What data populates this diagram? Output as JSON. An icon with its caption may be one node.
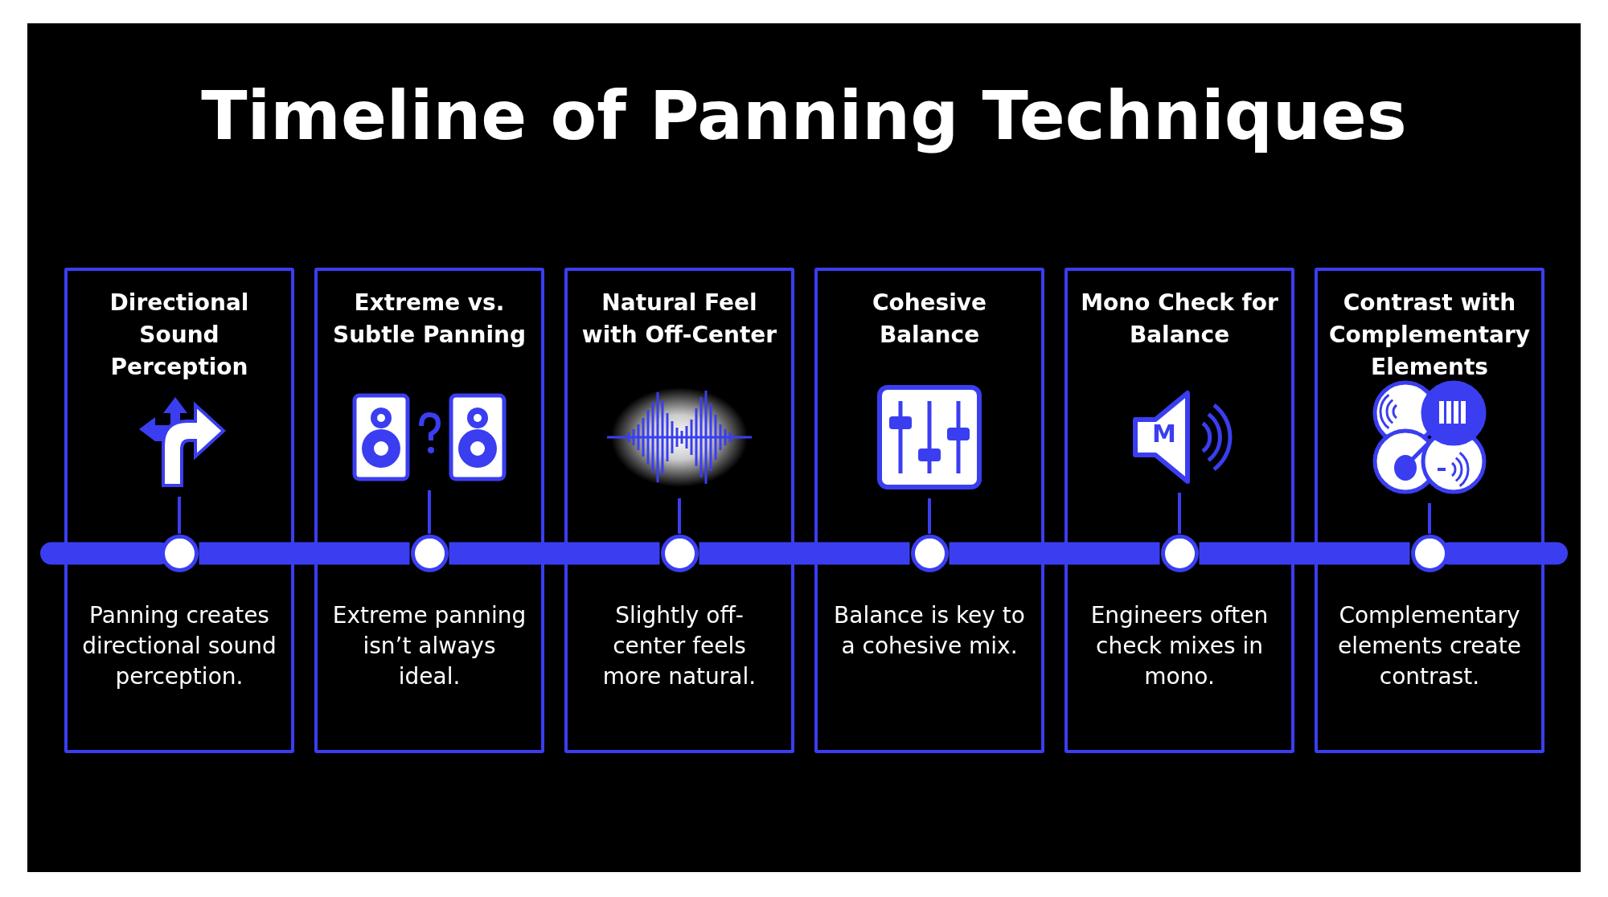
{
  "diagram": {
    "title": "Timeline of Panning Techniques",
    "nodes": [
      {
        "text": [
          "Directional Sound Perception",
          "Panning creates directional sound perception."
        ]
      },
      {
        "text": [
          "Extreme vs. Subtle Panning",
          "Extreme panning isn’t always ideal."
        ]
      },
      {
        "text": [
          "Natural Feel with Off-Center",
          "Slightly off-center feels more natural."
        ]
      },
      {
        "text": [
          "Cohesive Balance",
          "Balance is key to a cohesive mix."
        ]
      },
      {
        "text": [
          "Mono Check for Balance",
          "Engineers often check mixes in mono."
        ]
      },
      {
        "text": [
          "Contrast with Complementary Elements",
          "Complementary elements create contrast."
        ]
      },
      {
        "text": [],
        "shape": "circle",
        "in": 0
      },
      {
        "text": [],
        "shape": "circle",
        "in": 1
      },
      {
        "text": [],
        "shape": "circle",
        "in": 2
      },
      {
        "text": [],
        "shape": "circle",
        "in": 3
      },
      {
        "text": [],
        "shape": "circle",
        "in": 4
      },
      {
        "text": [],
        "shape": "circle",
        "in": 5
      },
      {
        "text": [],
        "shape": "picture",
        "in": 0
      },
      {
        "text": [],
        "shape": "picture",
        "in": 1
      },
      {
        "text": [],
        "shape": "picture",
        "in": 2
      },
      {
        "text": [],
        "shape": "picture",
        "in": 3
      },
      {
        "text": [],
        "shape": "picture",
        "in": 4
      },
      {
        "text": [],
        "shape": "picture",
        "in": 5
      }
    ],
    "edges": [
      {
        "from": null,
        "to": 6,
        "arrow": "none"
      },
      {
        "from": 6,
        "to": 7,
        "arrow": "none"
      },
      {
        "from": 7,
        "to": 8,
        "arrow": "none"
      },
      {
        "from": 8,
        "to": 9,
        "arrow": "none"
      },
      {
        "from": 9,
        "to": 10,
        "arrow": "none"
      },
      {
        "from": 10,
        "to": 11,
        "arrow": "none"
      },
      {
        "from": 11,
        "to": null,
        "arrow": "none"
      },
      {
        "from": 12,
        "to": 6,
        "arrow": "none"
      },
      {
        "from": 13,
        "to": 7,
        "arrow": "none"
      },
      {
        "from": 14,
        "to": 8,
        "arrow": "none"
      },
      {
        "from": 15,
        "to": 9,
        "arrow": "none"
      },
      {
        "from": 16,
        "to": 10,
        "arrow": "none"
      },
      {
        "from": 17,
        "to": 11,
        "arrow": "none"
      }
    ],
    "labels": [
      "M"
    ]
  }
}
